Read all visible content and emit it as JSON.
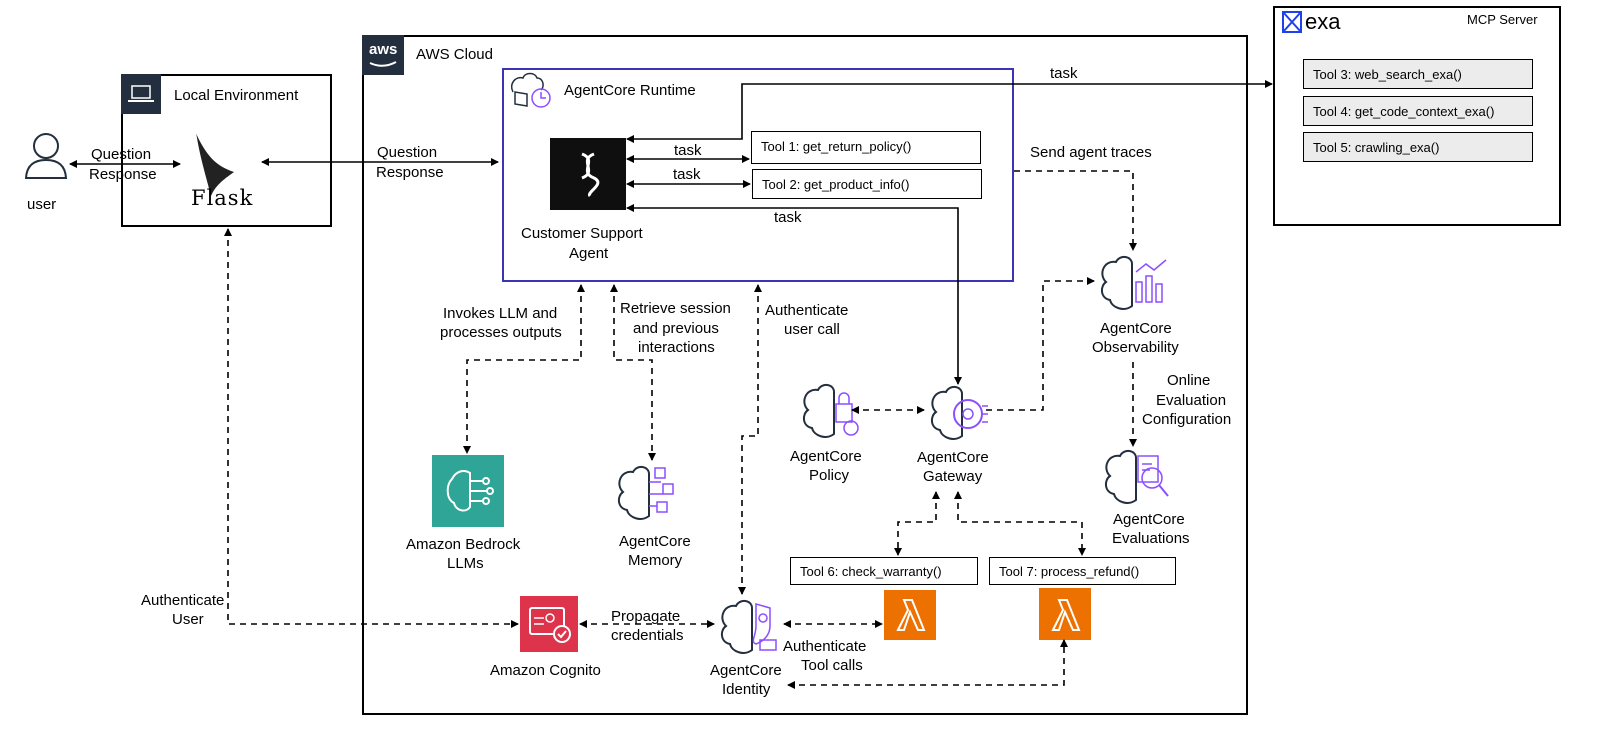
{
  "user": {
    "label": "user"
  },
  "local_env": {
    "title": "Local Environment",
    "flask_label": "Flask"
  },
  "aws": {
    "title": "AWS Cloud",
    "logo_text": "aws"
  },
  "runtime": {
    "title": "AgentCore Runtime"
  },
  "agent": {
    "label_line1": "Customer Support",
    "label_line2": "Agent"
  },
  "runtime_tools": [
    "Tool 1: get_return_policy()",
    "Tool 2: get_product_info()"
  ],
  "mcp": {
    "brand": "exa",
    "title": "MCP Server",
    "tools": [
      "Tool 3: web_search_exa()",
      "Tool 4: get_code_context_exa()",
      "Tool 5: crawling_exa()"
    ]
  },
  "gateway_tools": [
    "Tool 6: check_warranty()",
    "Tool 7: process_refund()"
  ],
  "services": {
    "bedrock": {
      "line1": "Amazon Bedrock",
      "line2": "LLMs"
    },
    "memory": {
      "line1": "AgentCore",
      "line2": "Memory"
    },
    "policy": {
      "line1": "AgentCore",
      "line2": "Policy"
    },
    "gateway": {
      "line1": "AgentCore",
      "line2": "Gateway"
    },
    "observability": {
      "line1": "AgentCore",
      "line2": "Observability"
    },
    "evaluations": {
      "line1": "AgentCore",
      "line2": "Evaluations"
    },
    "cognito": {
      "line1": "Amazon Cognito"
    },
    "identity": {
      "line1": "AgentCore",
      "line2": "Identity"
    }
  },
  "edge_labels": {
    "user_question": "Question",
    "user_response": "Response",
    "flask_question": "Question",
    "flask_response": "Response",
    "task_tool1": "task",
    "task_tool2": "task",
    "task_gateway": "task",
    "task_mcp": "task",
    "send_traces": "Send agent traces",
    "invokes_llm_1": "Invokes LLM and",
    "invokes_llm_2": "processes outputs",
    "retrieve_1": "Retrieve session",
    "retrieve_2": "and previous",
    "retrieve_3": "interactions",
    "auth_user_call_1": "Authenticate",
    "auth_user_call_2": "user call",
    "online_eval_1": "Online",
    "online_eval_2": "Evaluation",
    "online_eval_3": "Configuration",
    "auth_user_1": "Authenticate",
    "auth_user_2": "User",
    "propagate_1": "Propagate",
    "propagate_2": "credentials",
    "auth_tool_1": "Authenticate",
    "auth_tool_2": "Tool calls"
  },
  "colors": {
    "runtime_border": "#3b35b5",
    "agentcore_purple": "#8c4fff",
    "bedrock_teal": "#2ea597",
    "cognito_red": "#dd344c",
    "lambda_orange": "#ed7100",
    "aws_dark": "#232f3e",
    "exa_blue": "#1f40ed"
  }
}
